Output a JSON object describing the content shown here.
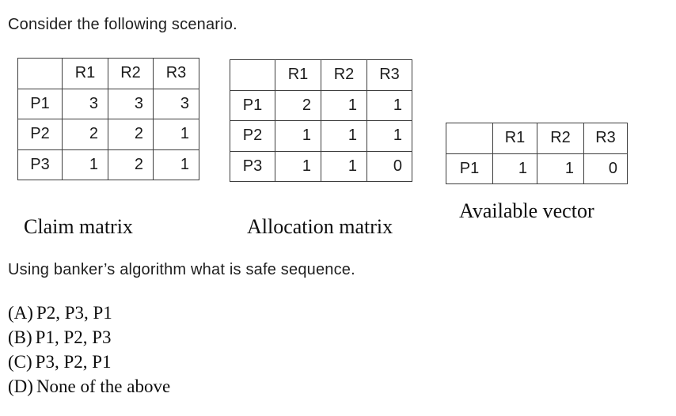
{
  "page": {
    "background": "#ffffff",
    "text_color": "#1f1f1f",
    "table_border_color": "#3e3e3e"
  },
  "intro_text": "Consider the following scenario.",
  "tables": [
    {
      "label": "Claim matrix",
      "headers": [
        "",
        "R1",
        "R2",
        "R3"
      ],
      "rows": [
        [
          "P1",
          "3",
          "3",
          "3"
        ],
        [
          "P2",
          "2",
          "2",
          "1"
        ],
        [
          "P3",
          "1",
          "2",
          "1"
        ]
      ]
    },
    {
      "label": "Allocation matrix",
      "headers": [
        "",
        "R1",
        "R2",
        "R3"
      ],
      "rows": [
        [
          "P1",
          "2",
          "1",
          "1"
        ],
        [
          "P2",
          "1",
          "1",
          "1"
        ],
        [
          "P3",
          "1",
          "1",
          "0"
        ]
      ]
    },
    {
      "label": "Available vector",
      "headers": [
        "",
        "R1",
        "R2",
        "R3"
      ],
      "rows": [
        [
          "P1",
          "1",
          "1",
          "0"
        ]
      ]
    }
  ],
  "question_text": "Using banker’s algorithm what is safe sequence.",
  "options": [
    {
      "label": "(A)",
      "text": "P2, P3, P1"
    },
    {
      "label": "(B)",
      "text": "P1, P2, P3"
    },
    {
      "label": "(C)",
      "text": "P3, P2, P1"
    },
    {
      "label": "(D)",
      "text": "None of the above"
    }
  ]
}
